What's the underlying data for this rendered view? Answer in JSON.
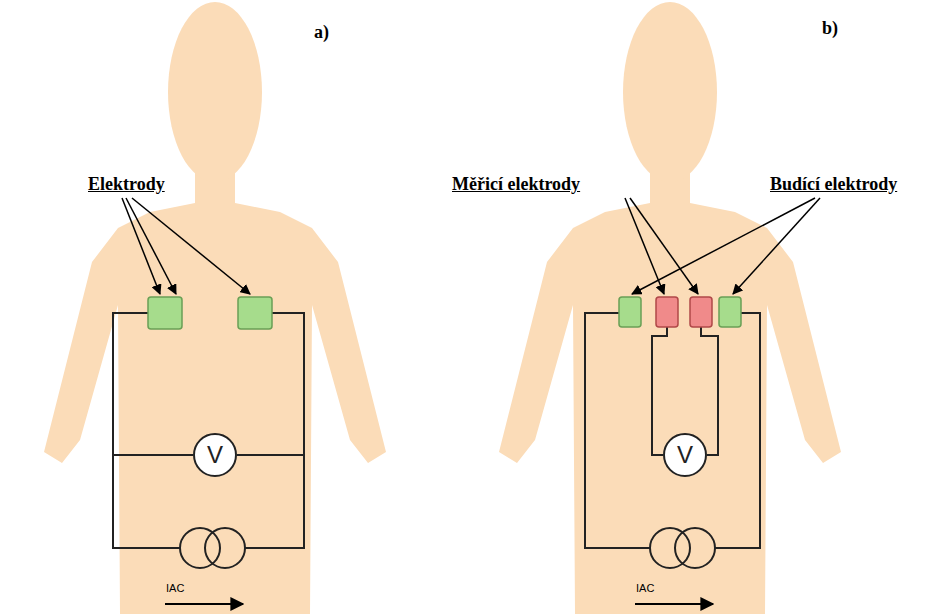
{
  "diagram": {
    "nodes": [
      {
        "text": [
          "V"
        ]
      },
      {
        "text": [
          "V"
        ]
      }
    ],
    "labels": [
      "a)",
      "Elektrody",
      "IAC",
      "b)",
      "Měřicí elektrody",
      "Budící elektrody",
      "IAC"
    ]
  }
}
